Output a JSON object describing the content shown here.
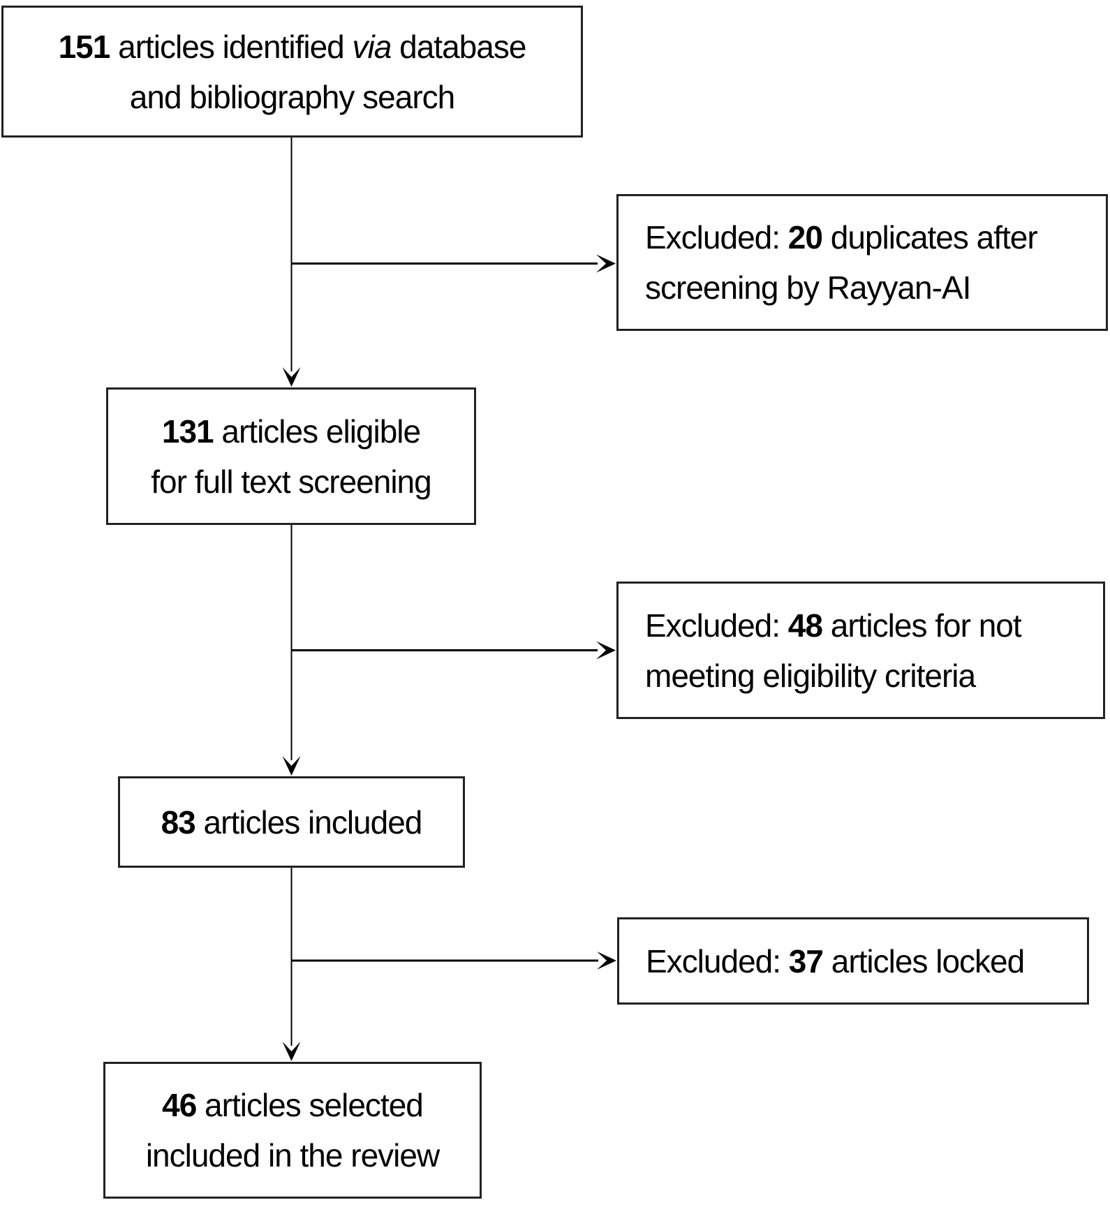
{
  "flowchart": {
    "description": "article selection flow diagram",
    "colors": {
      "background": "#ffffff",
      "box_border": "#222222",
      "text": "#000000",
      "connector": "#000000"
    },
    "nodes": {
      "identified": {
        "count": "151",
        "after_count": " articles identified ",
        "via": "via",
        "after_via": " database",
        "line2": "and bibliography search"
      },
      "excluded_duplicates": {
        "prefix": "Excluded: ",
        "count": "20",
        "line1_rest": " duplicates after",
        "line2": "screening by Rayyan-AI"
      },
      "eligible": {
        "count": "131",
        "line1_rest": " articles eligible",
        "line2": "for full text screening"
      },
      "excluded_criteria": {
        "prefix": "Excluded: ",
        "count": "48",
        "line1_rest": " articles for not",
        "line2": "meeting eligibility criteria"
      },
      "included": {
        "count": "83",
        "line1_rest": " articles included"
      },
      "excluded_locked": {
        "prefix": "Excluded: ",
        "count": "37",
        "line1_rest": " articles locked"
      },
      "selected": {
        "count": "46",
        "line1_rest": " articles selected",
        "line2": "included in the review"
      }
    },
    "edges": [
      {
        "from": "identified",
        "to": "eligible"
      },
      {
        "from": "identified",
        "to": "excluded_duplicates"
      },
      {
        "from": "eligible",
        "to": "included"
      },
      {
        "from": "eligible",
        "to": "excluded_criteria"
      },
      {
        "from": "included",
        "to": "selected"
      },
      {
        "from": "included",
        "to": "excluded_locked"
      }
    ]
  }
}
